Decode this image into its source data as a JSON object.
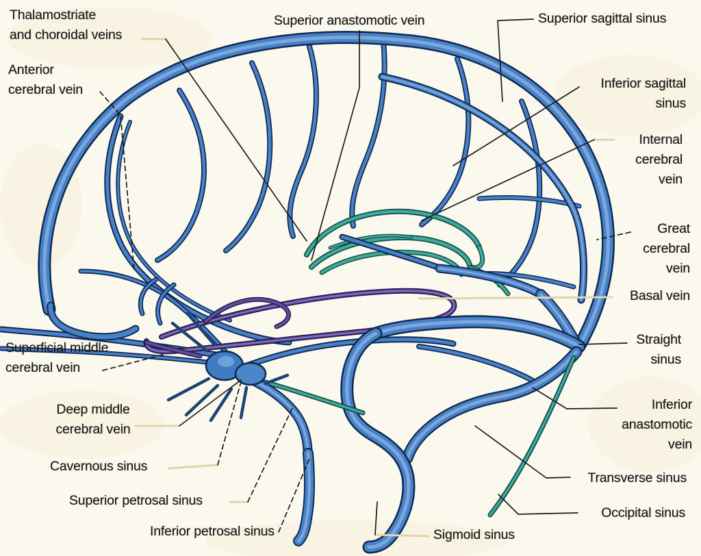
{
  "figure_type": "anatomical-diagram-cerebral-venous-system",
  "colors": {
    "background": "#fbf8ee",
    "vein_blue": "#4a80c6",
    "vein_outline": "#0d2b52",
    "vein_highlight": "#8fb9e6",
    "choroidal_teal": "#41a89a",
    "basal_purple": "#5c4d9f",
    "leader_line": "#1c1c1c",
    "pale_leader": "#e0d6a8",
    "label_text": "#1c1c1c"
  },
  "labels": [
    {
      "id": "thalamostriate-choroidal-veins",
      "text": "Thalamostriate\nand choroidal veins"
    },
    {
      "id": "anterior-cerebral-vein",
      "text": "Anterior\ncerebral vein"
    },
    {
      "id": "superior-anastomotic-vein",
      "text": "Superior anastomotic vein"
    },
    {
      "id": "superior-sagittal-sinus",
      "text": "Superior sagittal sinus"
    },
    {
      "id": "inferior-sagittal-sinus",
      "text": "Inferior sagittal\nsinus"
    },
    {
      "id": "internal-cerebral-vein",
      "text": "Internal\ncerebral\nvein"
    },
    {
      "id": "great-cerebral-vein",
      "text": "Great\ncerebral\nvein"
    },
    {
      "id": "basal-vein",
      "text": "Basal vein"
    },
    {
      "id": "straight-sinus",
      "text": "Straight\nsinus"
    },
    {
      "id": "inferior-anastomotic-vein",
      "text": "Inferior\nanastomotic\nvein"
    },
    {
      "id": "transverse-sinus",
      "text": "Transverse sinus"
    },
    {
      "id": "occipital-sinus",
      "text": "Occipital sinus"
    },
    {
      "id": "sigmoid-sinus",
      "text": "Sigmoid sinus"
    },
    {
      "id": "inferior-petrosal-sinus",
      "text": "Inferior petrosal sinus"
    },
    {
      "id": "superior-petrosal-sinus",
      "text": "Superior petrosal sinus"
    },
    {
      "id": "cavernous-sinus",
      "text": "Cavernous sinus"
    },
    {
      "id": "deep-middle-cerebral-vein",
      "text": "Deep middle\ncerebral vein"
    },
    {
      "id": "superficial-middle-cerebral-vein",
      "text": "Superficial middle\ncerebral vein"
    }
  ]
}
